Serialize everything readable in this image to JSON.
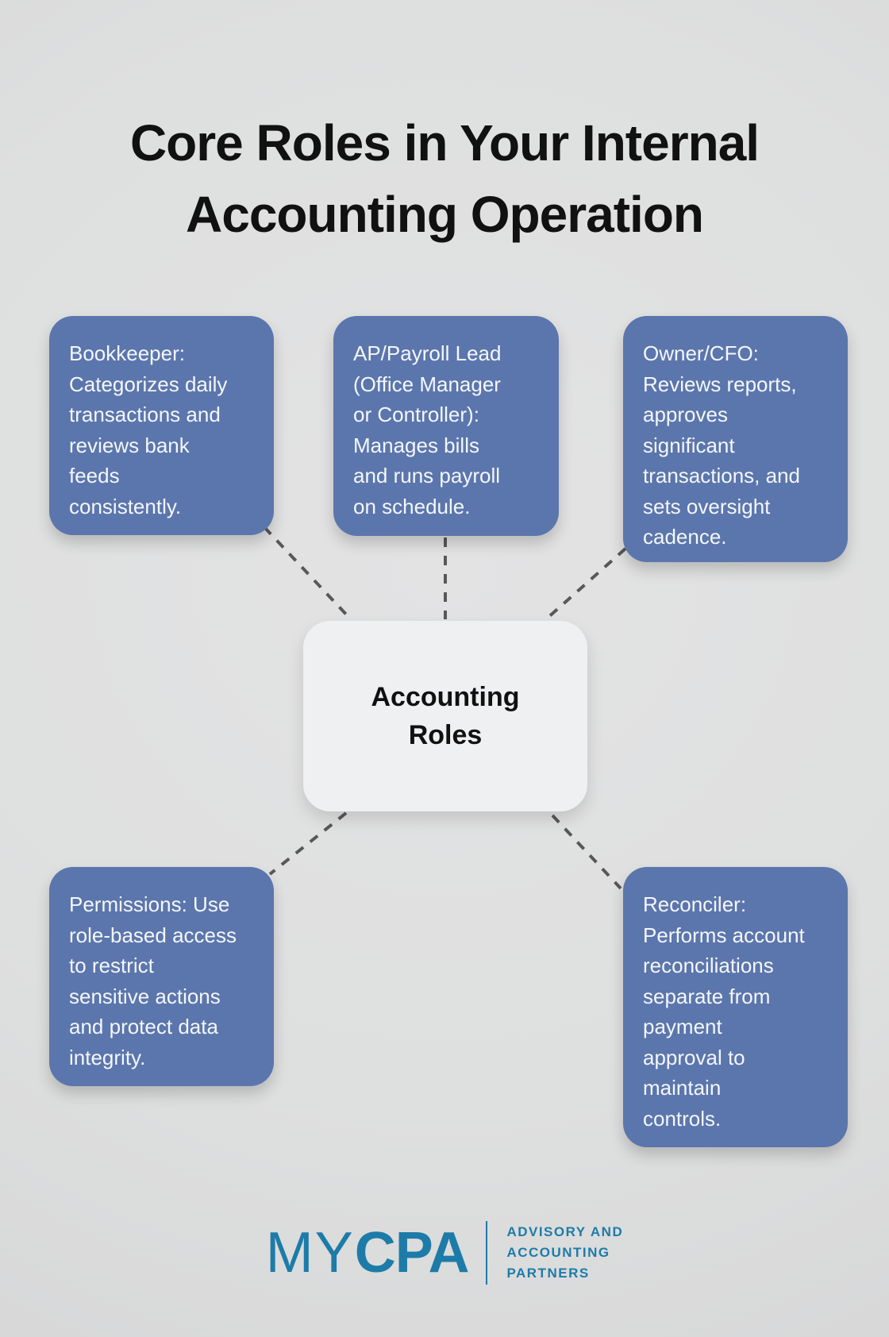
{
  "title": "Core Roles in Your Internal\nAccounting Operation",
  "center": {
    "label": "Accounting\nRoles"
  },
  "roles": [
    {
      "id": "bookkeeper",
      "text": "Bookkeeper:\nCategorizes daily\ntransactions and\nreviews bank\nfeeds\nconsistently."
    },
    {
      "id": "ap-payroll-lead",
      "text": "AP/Payroll Lead\n(Office Manager\nor Controller):\nManages bills\nand runs payroll\non schedule."
    },
    {
      "id": "owner-cfo",
      "text": "Owner/CFO:\nReviews reports,\napproves\nsignificant\ntransactions, and\nsets oversight\ncadence."
    },
    {
      "id": "permissions",
      "text": "Permissions: Use\nrole-based access\nto restrict\nsensitive actions\nand protect data\nintegrity."
    },
    {
      "id": "reconciler",
      "text": "Reconciler:\nPerforms account\nreconciliations\nseparate from\npayment\napproval to\nmaintain\ncontrols."
    }
  ],
  "logo": {
    "wordmark_thin": "MY",
    "wordmark_bold": "CPA",
    "tagline": "ADVISORY AND\nACCOUNTING\nPARTNERS"
  },
  "colors": {
    "background": "#dfe0e0",
    "role_box": "#5b76ac",
    "role_text": "#f4f6fa",
    "center_box": "#eff0f1",
    "connector": "#58585a",
    "title_text": "#111111",
    "logo_blue": "#1d7ba8"
  }
}
